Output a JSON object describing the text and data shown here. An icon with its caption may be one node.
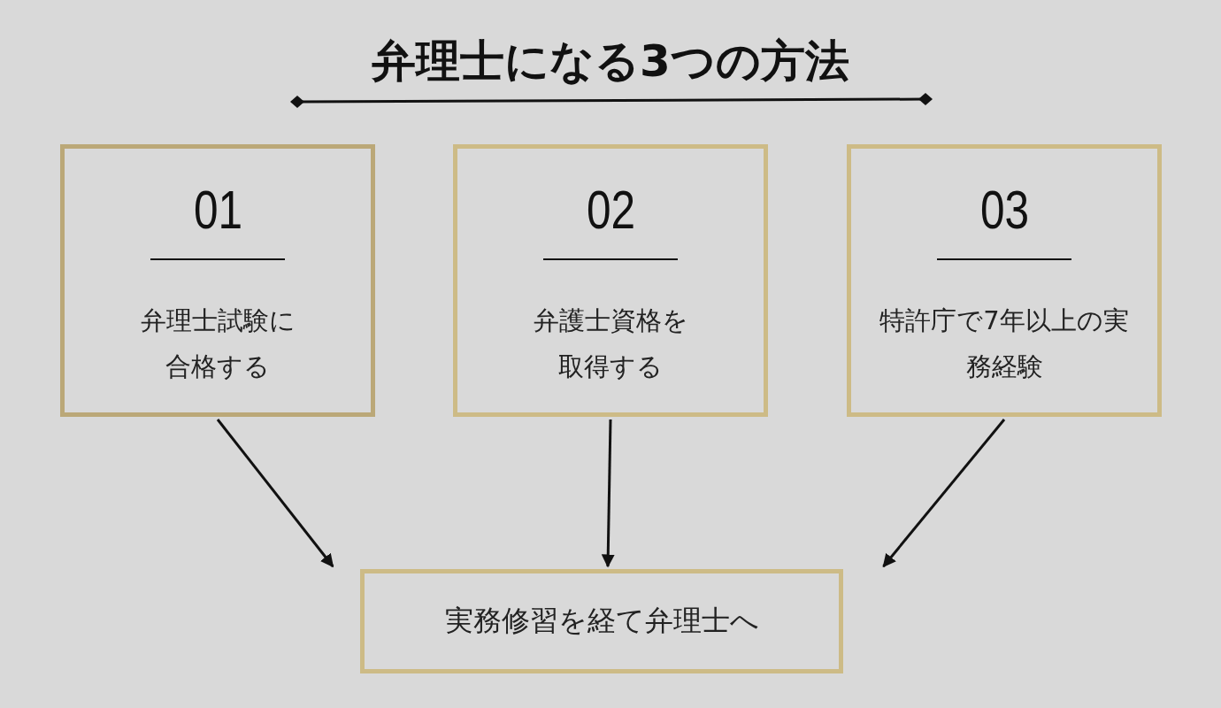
{
  "diagram": {
    "title": "弁理士になる3つの方法",
    "nodes": [
      {
        "text": [
          "01",
          "弁理士試験に合格する"
        ]
      },
      {
        "text": [
          "02",
          "弁護士資格を取得する"
        ]
      },
      {
        "text": [
          "03",
          "特許庁で7年以上の実務経験"
        ]
      },
      {
        "text": [
          "実務修習を経て弁理士へ"
        ]
      }
    ],
    "edges": [
      {
        "from": 0,
        "to": 3,
        "arrow": "to"
      },
      {
        "from": 1,
        "to": 3,
        "arrow": "to"
      },
      {
        "from": 2,
        "to": 3,
        "arrow": "to"
      }
    ]
  }
}
